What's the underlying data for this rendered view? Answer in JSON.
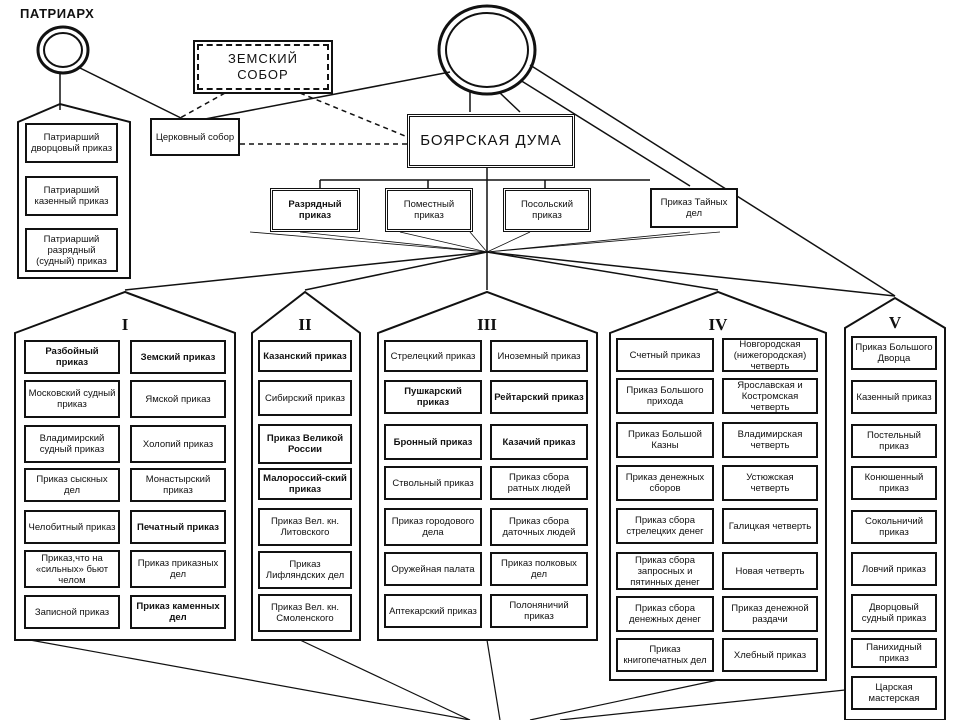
{
  "patriarch": {
    "label": "ПАТРИАРХ"
  },
  "top": {
    "zemsky_sobor": "ЗЕМСКИЙ СОБОР",
    "church_sobor": "Церковный собор",
    "boyar_duma": "БОЯРСКАЯ ДУМА"
  },
  "patriarch_prikazy": [
    "Патриарший дворцовый приказ",
    "Патриарший казенный приказ",
    "Патриарший разрядный (судный) приказ"
  ],
  "main_prikazy": [
    "Разрядный приказ",
    "Поместный приказ",
    "Посольский приказ",
    "Приказ Тайных дел"
  ],
  "groups": [
    {
      "numeral": "I",
      "col_a": [
        "Разбойный приказ",
        "Московский судный приказ",
        "Владимирский судный приказ",
        "Приказ сыскных дел",
        "Челобитный приказ",
        "Приказ,что на «сильных» бьют челом",
        "Записной приказ"
      ],
      "col_b": [
        "Земский приказ",
        "Ямской приказ",
        "Холопий приказ",
        "Монастырский приказ",
        "Печатный приказ",
        "Приказ приказных дел",
        "Приказ каменных дел"
      ]
    },
    {
      "numeral": "II",
      "col_a": [
        "Казанский приказ",
        "Сибирский приказ",
        "Приказ Великой России",
        "Малороссий-ский приказ",
        "Приказ Вел. кн. Литовского",
        "Приказ Лифляндских дел",
        "Приказ Вел. кн. Смоленского"
      ]
    },
    {
      "numeral": "III",
      "col_a": [
        "Стрелецкий приказ",
        "Пушкарский приказ",
        "Бронный приказ",
        "Ствольный приказ",
        "Приказ городового дела",
        "Оружейная палата",
        "Аптекарский приказ"
      ],
      "col_b": [
        "Иноземный приказ",
        "Рейтарский приказ",
        "Казачий приказ",
        "Приказ сбора ратных людей",
        "Приказ сбора даточных людей",
        "Приказ полковых дел",
        "Полоняничий приказ"
      ]
    },
    {
      "numeral": "IV",
      "col_a": [
        "Счетный приказ",
        "Приказ Большого прихода",
        "Приказ Большой Казны",
        "Приказ денежных сборов",
        "Приказ сбора стрелецких денег",
        "Приказ сбора запросных и пятинных денег",
        "Приказ сбора денежных денег",
        "Приказ книгопечатных дел"
      ],
      "col_b": [
        "Новгородская (нижегородская) четверть",
        "Ярославская и Костромская четверть",
        "Владимирская четверть",
        "Устюжская четверть",
        "Галицкая четверть",
        "Новая четверть",
        "Приказ денежной раздачи",
        "Хлебный приказ"
      ]
    },
    {
      "numeral": "V",
      "col_a": [
        "Приказ Большого Дворца",
        "Казенный приказ",
        "Постельный приказ",
        "Конюшенный приказ",
        "Сокольничий приказ",
        "Ловчий приказ",
        "Дворцовый судный приказ",
        "Панихидный приказ",
        "Царская мастерская"
      ]
    }
  ]
}
